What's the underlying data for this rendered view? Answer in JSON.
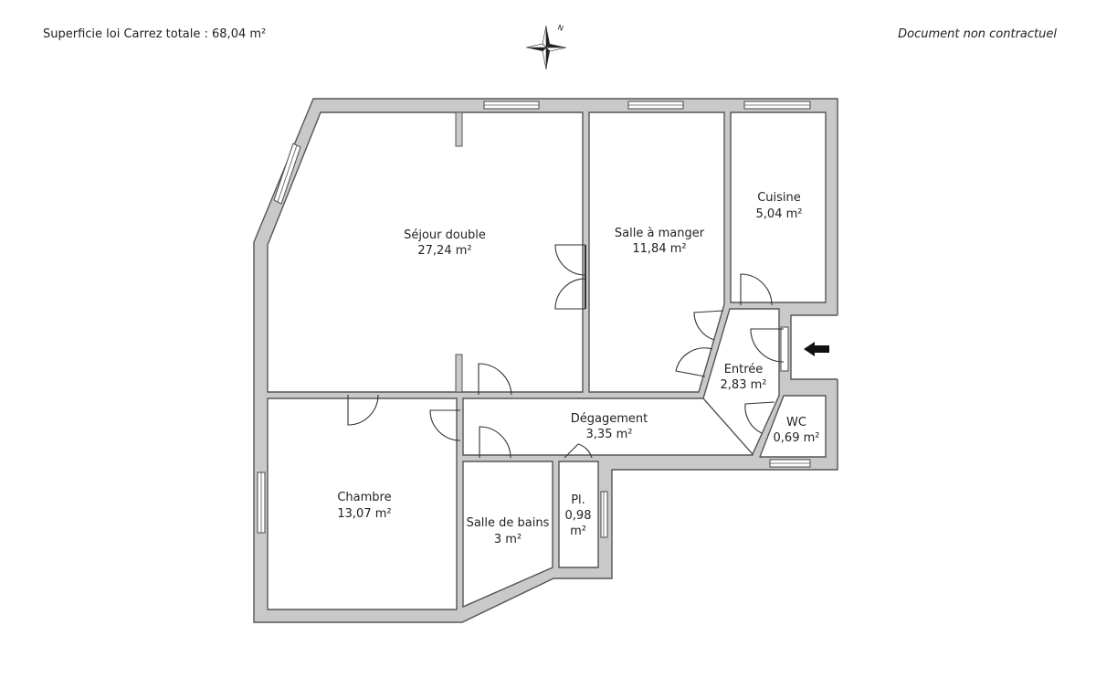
{
  "header": {
    "area_label": "Superficie loi Carrez totale :  68,04 m²",
    "disclaimer": "Document non contractuel"
  },
  "compass": {
    "north_label": "N"
  },
  "entrance_arrow": {
    "icon": "arrow-left-icon"
  },
  "rooms": [
    {
      "name": "Séjour double",
      "area": "27,24 m²"
    },
    {
      "name": "Salle à manger",
      "area": "11,84 m²"
    },
    {
      "name": "Cuisine",
      "area": "5,04 m²"
    },
    {
      "name": "Entrée",
      "area": "2,83 m²"
    },
    {
      "name": "WC",
      "area": "0,69 m²"
    },
    {
      "name": "Dégagement",
      "area": "3,35 m²"
    },
    {
      "name": "Chambre",
      "area": "13,07 m²"
    },
    {
      "name": "Salle de bains",
      "area": "3 m²"
    },
    {
      "name": "Pl.",
      "area_line1": "0,98",
      "area_line2": "m²"
    }
  ],
  "colors": {
    "wall": "#c9c9c9",
    "outline": "#555555",
    "floor": "#ffffff"
  }
}
